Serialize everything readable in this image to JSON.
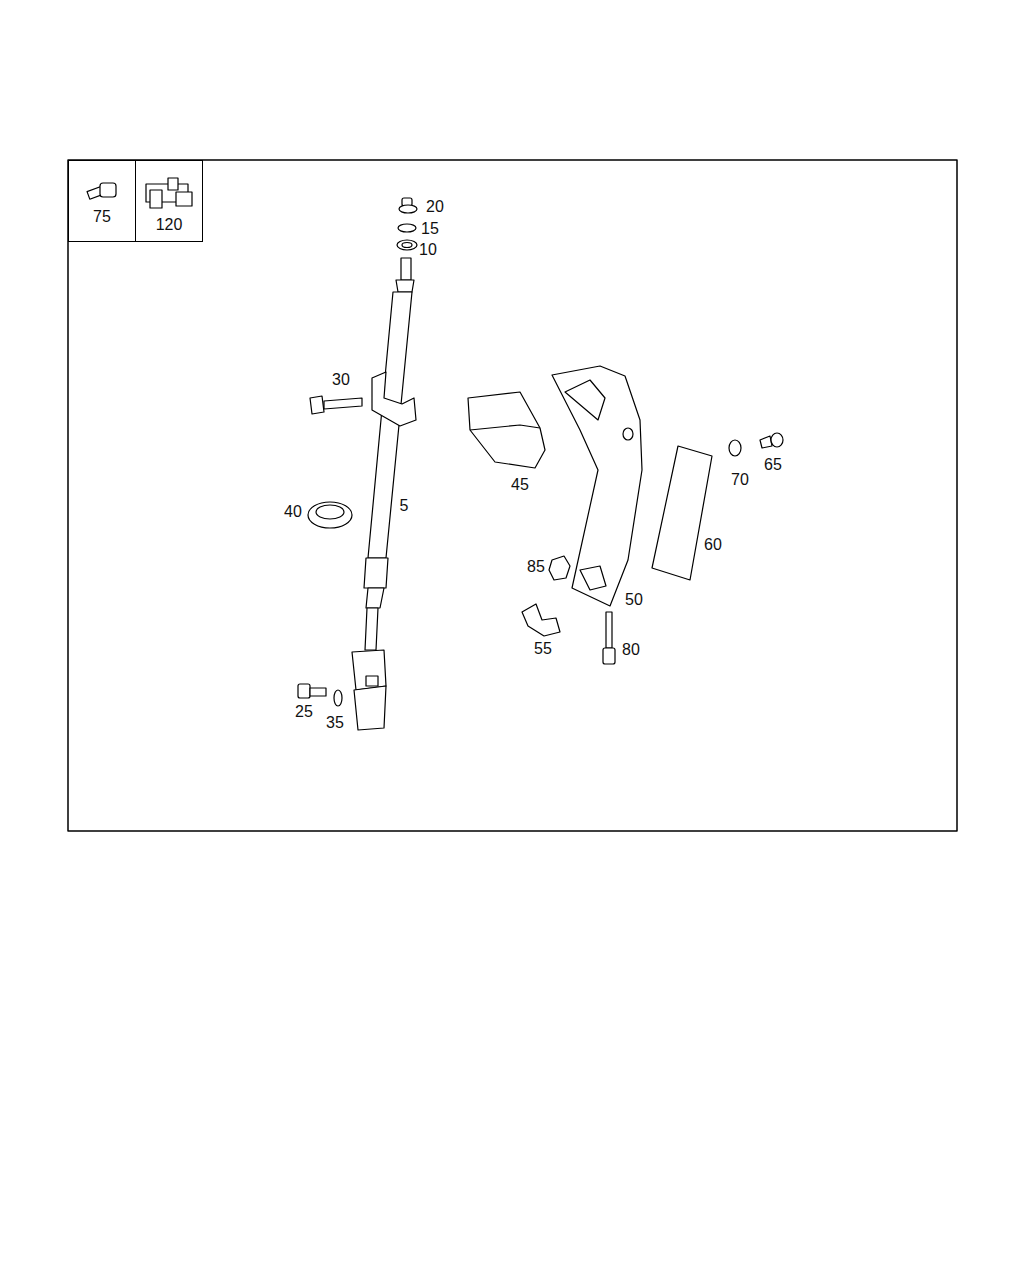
{
  "diagram": {
    "nodes": [
      {
        "text": [
          "75"
        ]
      },
      {
        "text": [
          "120"
        ]
      }
    ],
    "labels": [
      "20",
      "15",
      "10",
      "30",
      "5",
      "40",
      "45",
      "70",
      "65",
      "60",
      "85",
      "50",
      "55",
      "80",
      "25",
      "35"
    ]
  }
}
